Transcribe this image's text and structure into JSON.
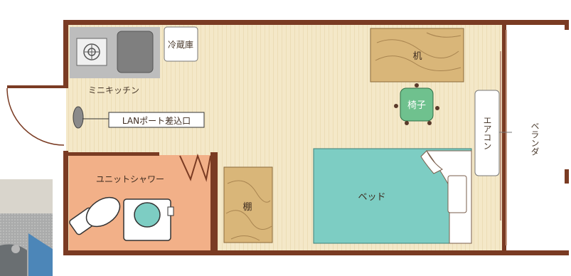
{
  "floor_plan": {
    "rooms": {
      "mini_kitchen": "ミニキッチン",
      "refrigerator": "冷蔵庫",
      "unit_shower": "ユニットシャワー",
      "veranda": "ベランダ"
    },
    "furniture": {
      "desk": "机",
      "chair": "椅子",
      "bed": "ベッド",
      "shelf": "棚",
      "air_conditioner": "エアコン"
    },
    "callouts": {
      "lan_port": "LANポート差込口"
    }
  },
  "colors": {
    "wall": "#7a3b23",
    "wood_floor": "#f3e7c6",
    "kitchen_counter": "#bdbdbd",
    "shower_room": "#f2b088",
    "bed": "#7dcdc3",
    "chair": "#6fc18e",
    "furniture_wood": "#d9b679"
  }
}
